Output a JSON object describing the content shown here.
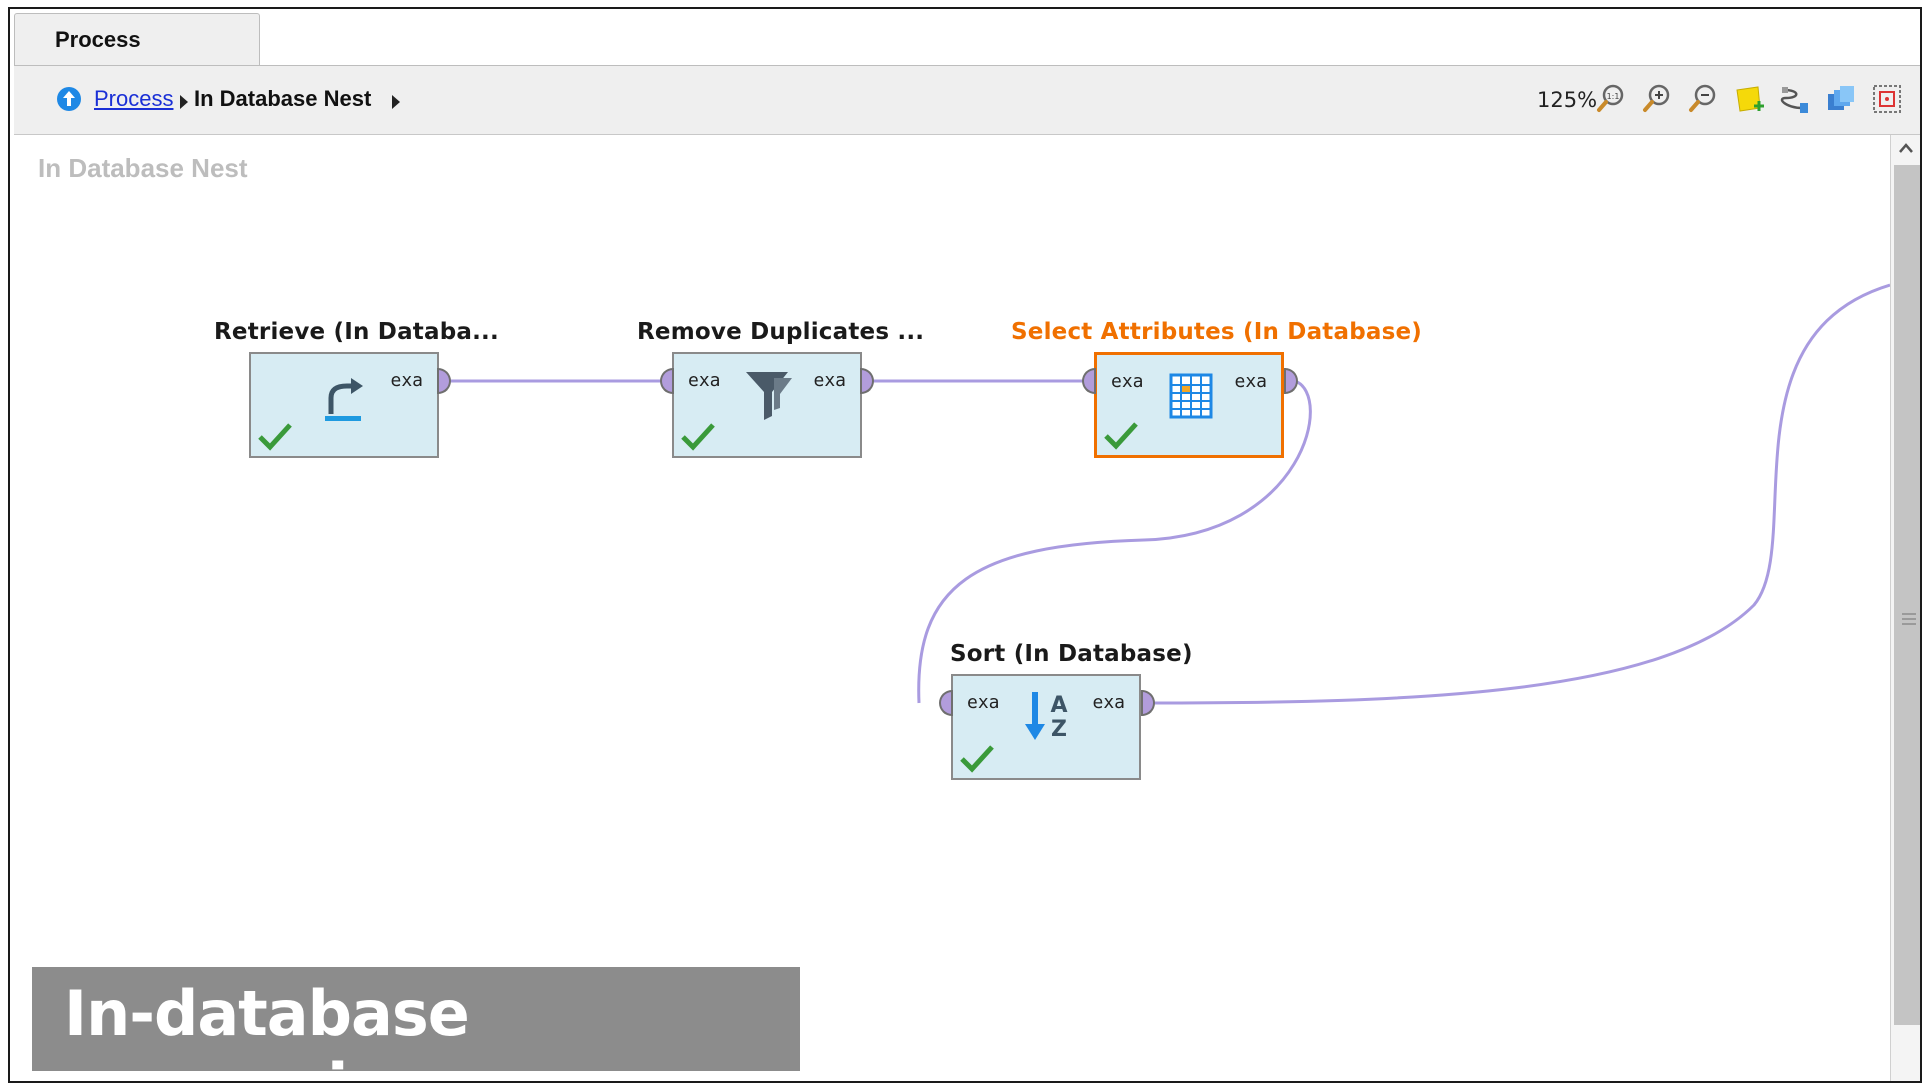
{
  "tab": {
    "label": "Process"
  },
  "breadcrumb": {
    "root_link": "Process",
    "current": "In Database Nest"
  },
  "toolbar": {
    "zoom_level": "125%",
    "icons": [
      "zoom-reset-icon",
      "zoom-in-icon",
      "zoom-out-icon",
      "add-note-icon",
      "auto-wire-icon",
      "arrange-icon",
      "fit-view-icon"
    ]
  },
  "canvas": {
    "title": "In Database Nest"
  },
  "operators": [
    {
      "title": "Retrieve (In Databa...",
      "in_port": "",
      "out_port": "exa",
      "icon": "retrieve-arrow-icon",
      "selected": false
    },
    {
      "title": "Remove Duplicates ...",
      "in_port": "exa",
      "out_port": "exa",
      "icon": "funnel-icon",
      "selected": false
    },
    {
      "title": "Select Attributes (In Database)",
      "in_port": "exa",
      "out_port": "exa",
      "icon": "table-grid-icon",
      "selected": true
    },
    {
      "title": "Sort (In Database)",
      "in_port": "exa",
      "out_port": "exa",
      "icon": "sort-az-icon",
      "selected": false
    }
  ],
  "colors": {
    "operator_fill": "#d7ecf3",
    "selected_accent": "#f07000",
    "wire": "#a99be0",
    "port": "#b29ddc",
    "check": "#3a9a3a"
  },
  "caption": {
    "text": "In-database processing"
  }
}
